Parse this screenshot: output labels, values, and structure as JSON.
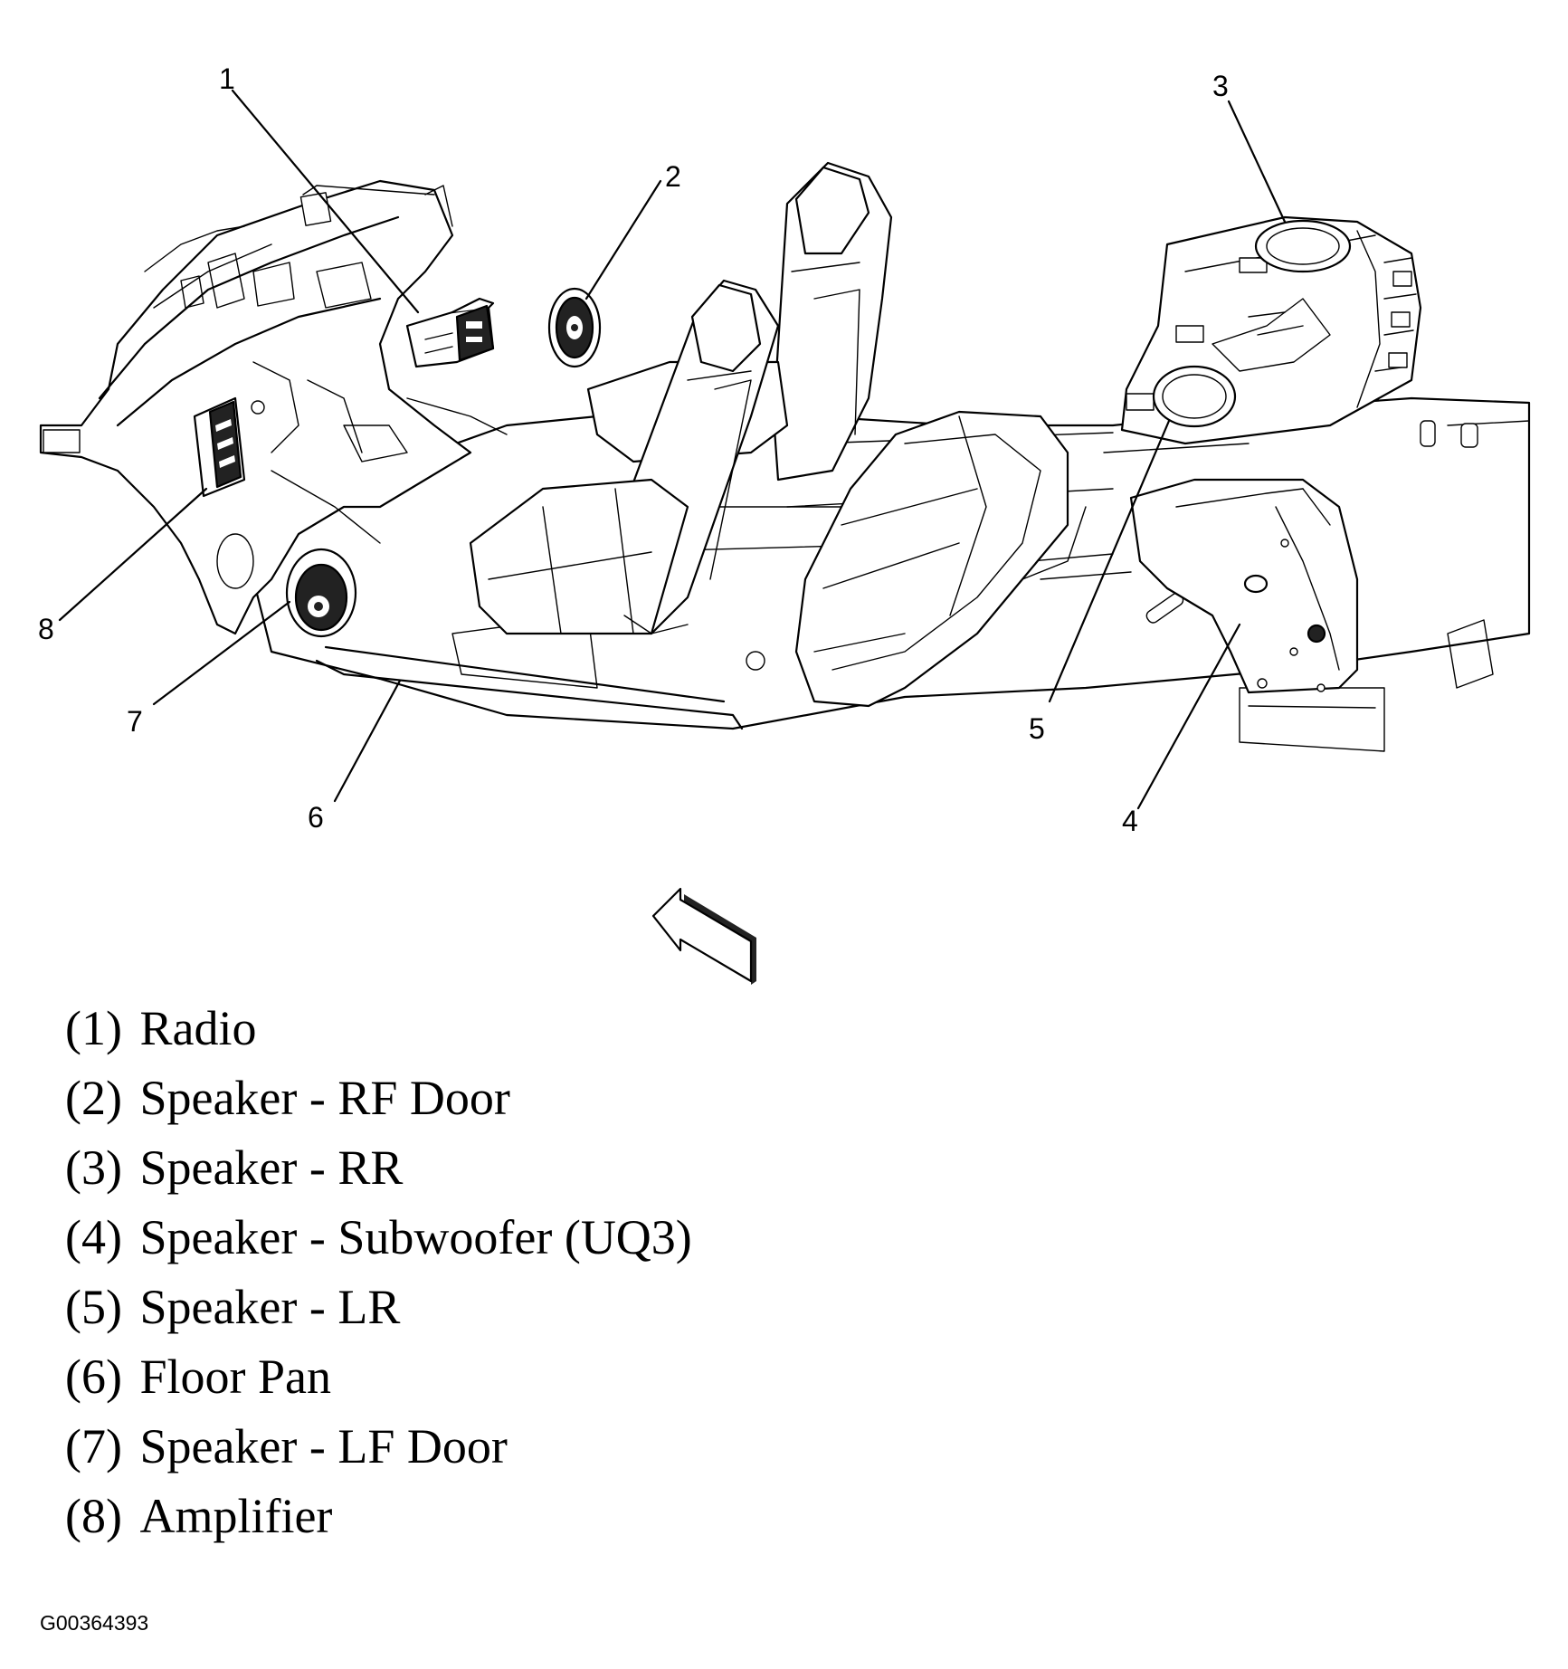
{
  "callouts": [
    "1",
    "2",
    "3",
    "4",
    "5",
    "6",
    "7",
    "8"
  ],
  "legend": [
    {
      "num": "(1)",
      "label": "Radio"
    },
    {
      "num": "(2)",
      "label": "Speaker - RF Door"
    },
    {
      "num": "(3)",
      "label": "Speaker - RR"
    },
    {
      "num": "(4)",
      "label": "Speaker - Subwoofer (UQ3)"
    },
    {
      "num": "(5)",
      "label": "Speaker - LR"
    },
    {
      "num": "(6)",
      "label": "Floor Pan"
    },
    {
      "num": "(7)",
      "label": "Speaker - LF Door"
    },
    {
      "num": "(8)",
      "label": "Amplifier"
    }
  ],
  "figure_id": "G00364393"
}
